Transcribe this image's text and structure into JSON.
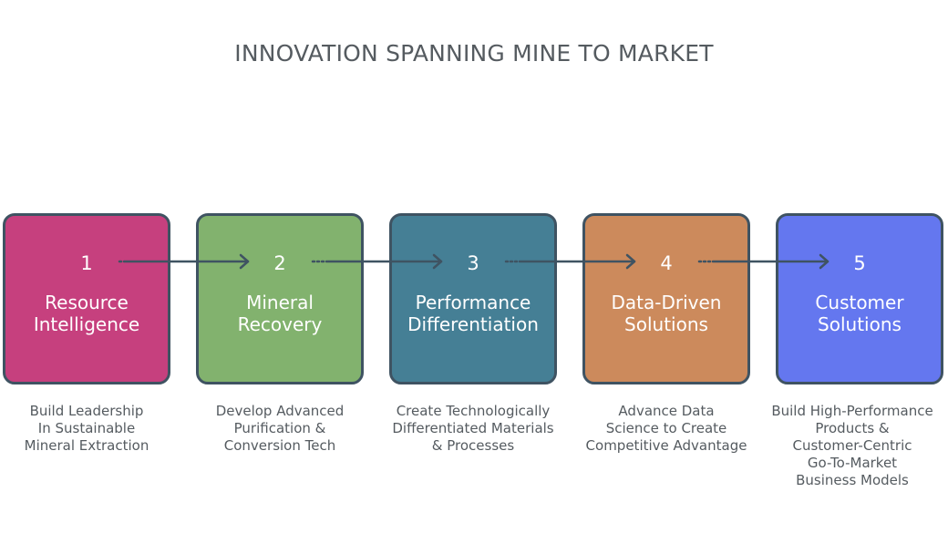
{
  "title": "INNOVATION SPANNING MINE TO MARKET",
  "stages": [
    {
      "number": "1",
      "label_line1": "Resource",
      "label_line2": "Intelligence",
      "description_lines": [
        "Build Leadership",
        "In Sustainable",
        "Mineral Extraction"
      ],
      "color": "#c6407e"
    },
    {
      "number": "2",
      "label_line1": "Mineral",
      "label_line2": "Recovery",
      "description_lines": [
        "Develop Advanced",
        "Purification &",
        "Conversion Tech"
      ],
      "color": "#82b26e"
    },
    {
      "number": "3",
      "label_line1": "Performance",
      "label_line2": "Differentiation",
      "description_lines": [
        "Create Technologically",
        "Differentiated Materials",
        "& Processes"
      ],
      "color": "#457f95"
    },
    {
      "number": "4",
      "label_line1": "Data-Driven",
      "label_line2": "Solutions",
      "description_lines": [
        "Advance Data",
        "Science to Create",
        "Competitive Advantage"
      ],
      "color": "#cc8a5c"
    },
    {
      "number": "5",
      "label_line1": "Customer",
      "label_line2": "Solutions",
      "description_lines": [
        "Build High-Performance",
        "Products &",
        "Customer-Centric",
        "Go-To-Market",
        "Business Models"
      ],
      "color": "#6477ef"
    }
  ],
  "colors": {
    "border": "#3f5362",
    "arrow": "#3f5362",
    "title_text": "#555b60",
    "description_text": "#555b60"
  }
}
